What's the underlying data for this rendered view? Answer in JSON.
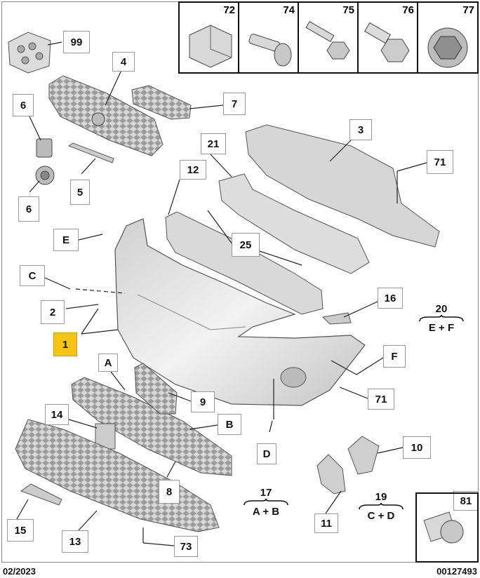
{
  "header_parts": [
    {
      "id": "72",
      "label": "72"
    },
    {
      "id": "74",
      "label": "74"
    },
    {
      "id": "75",
      "label": "75"
    },
    {
      "id": "76",
      "label": "76"
    },
    {
      "id": "77",
      "label": "77"
    }
  ],
  "callouts": {
    "p99": "99",
    "p4": "4",
    "p7": "7",
    "p6a": "6",
    "p6b": "6",
    "p3": "3",
    "p21": "21",
    "p71a": "71",
    "p12": "12",
    "p5": "5",
    "pE": "E",
    "p25": "25",
    "pC": "C",
    "p16": "16",
    "p2": "2",
    "p20": "20",
    "p1": "1",
    "pF": "F",
    "pA": "A",
    "p71b": "71",
    "p9": "9",
    "p14": "14",
    "pB": "B",
    "pD": "D",
    "p10": "10",
    "p8": "8",
    "p17": "17",
    "p19": "19",
    "p81": "81",
    "p15": "15",
    "p11": "11",
    "p13": "13",
    "p73": "73"
  },
  "groups": {
    "g20": {
      "num": "20",
      "formula": "E + F"
    },
    "g17": {
      "num": "17",
      "formula": "A + B"
    },
    "g19": {
      "num": "19",
      "formula": "C + D"
    }
  },
  "footer": {
    "date": "02/2023",
    "ref": "00127493"
  },
  "colors": {
    "highlight": "#f6c415",
    "line": "#222222",
    "part_fill": "#e6e6e6",
    "part_stroke": "#666666"
  }
}
